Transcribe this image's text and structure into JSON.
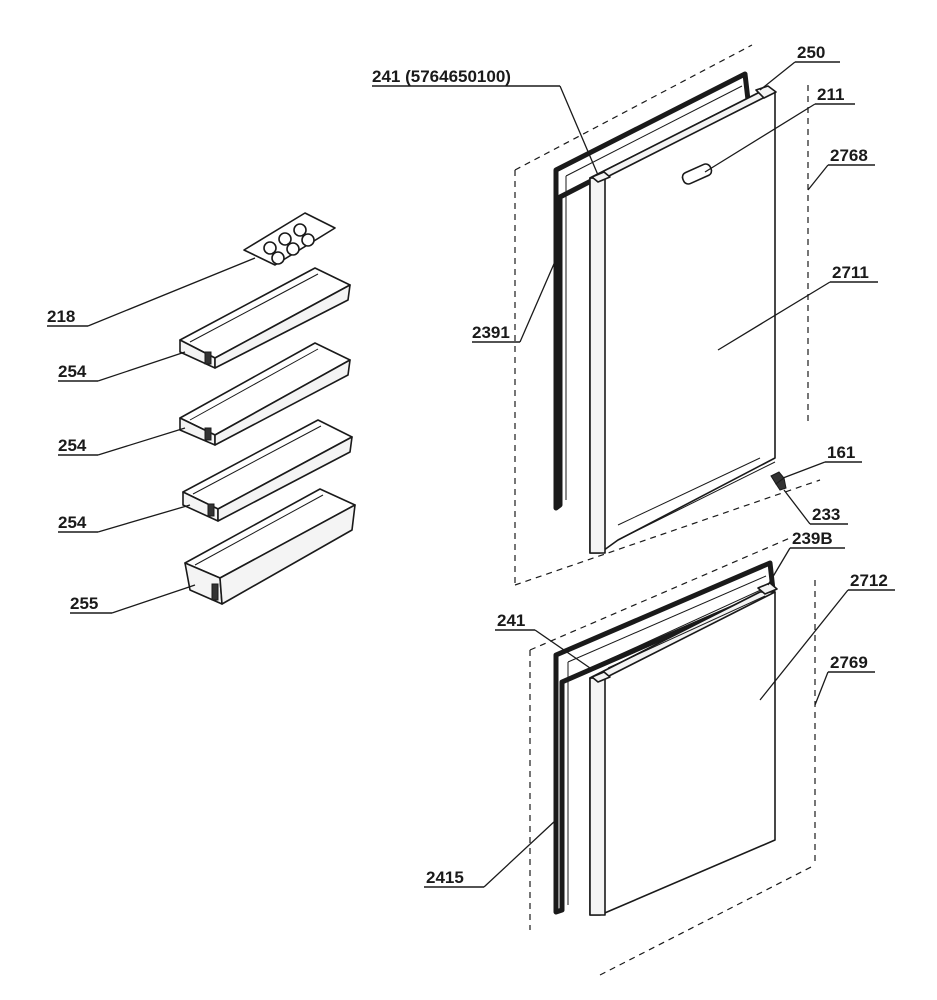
{
  "labels": {
    "l250": "250",
    "l241a": "241 (5764650100)",
    "l211": "211",
    "l2768": "2768",
    "l2711": "2711",
    "l2391": "2391",
    "l218": "218",
    "l254a": "254",
    "l254b": "254",
    "l254c": "254",
    "l255": "255",
    "l161": "161",
    "l233": "233",
    "l239B": "239B",
    "l2712": "2712",
    "l241b": "241",
    "l2769": "2769",
    "l2415": "2415"
  }
}
